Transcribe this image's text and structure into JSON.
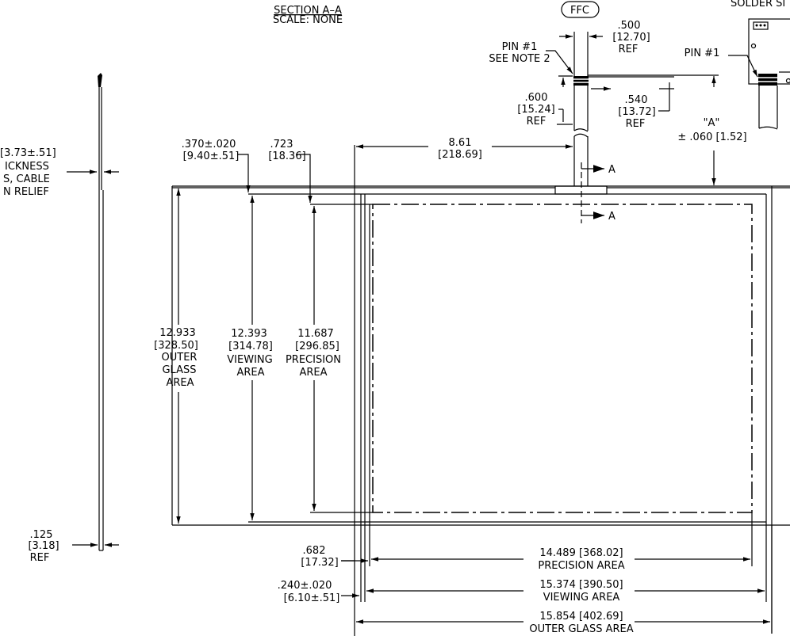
{
  "section": {
    "title": "SECTION A–A",
    "scale": "SCALE: NONE"
  },
  "ffc": "FFC",
  "solder_side": "SOLDER SI",
  "pin1_detail": "PIN #1",
  "pin1": {
    "line1": "PIN #1",
    "line2": "SEE NOTE 2"
  },
  "dim_500": {
    "in": ".500",
    "mm": "[12.70]",
    "ref": "REF"
  },
  "dim_600": {
    "in": ".600",
    "mm": "[15.24]",
    "ref": "REF"
  },
  "dim_540": {
    "in": ".540",
    "mm": "[13.72]",
    "ref": "REF"
  },
  "dim_A": {
    "label": "\"A\"",
    "tol": "± .060 [1.52]"
  },
  "dim_861": {
    "in": "8.61",
    "mm": "[218.69]"
  },
  "section_marker": "A",
  "dim_370": {
    "in": ".370±.020",
    "mm": "[9.40±.51]"
  },
  "dim_723": {
    "in": ".723",
    "mm": "[18.36]"
  },
  "thickness": {
    "line1": "[3.73±.51]",
    "line2": "ICKNESS",
    "line3": "S, CABLE",
    "line4": "N RELIEF"
  },
  "dim_125": {
    "in": ".125",
    "mm": "[3.18]",
    "ref": "REF"
  },
  "outer_glass_h": {
    "in": "12.933",
    "mm": "[328.50]",
    "l1": "OUTER",
    "l2": "GLASS",
    "l3": "AREA"
  },
  "viewing_h": {
    "in": "12.393",
    "mm": "[314.78]",
    "l1": "VIEWING",
    "l2": "AREA"
  },
  "precision_h": {
    "in": "11.687",
    "mm": "[296.85]",
    "l1": "PRECISION",
    "l2": "AREA"
  },
  "dim_682": {
    "in": ".682",
    "mm": "[17.32]"
  },
  "dim_240": {
    "in": ".240±.020",
    "mm": "[6.10±.51]"
  },
  "precision_w": {
    "dim": "14.489 [368.02]",
    "label": "PRECISION AREA"
  },
  "viewing_w": {
    "dim": "15.374 [390.50]",
    "label": "VIEWING AREA"
  },
  "outer_glass_w": {
    "dim": "15.854 [402.69]",
    "label": "OUTER GLASS AREA"
  }
}
